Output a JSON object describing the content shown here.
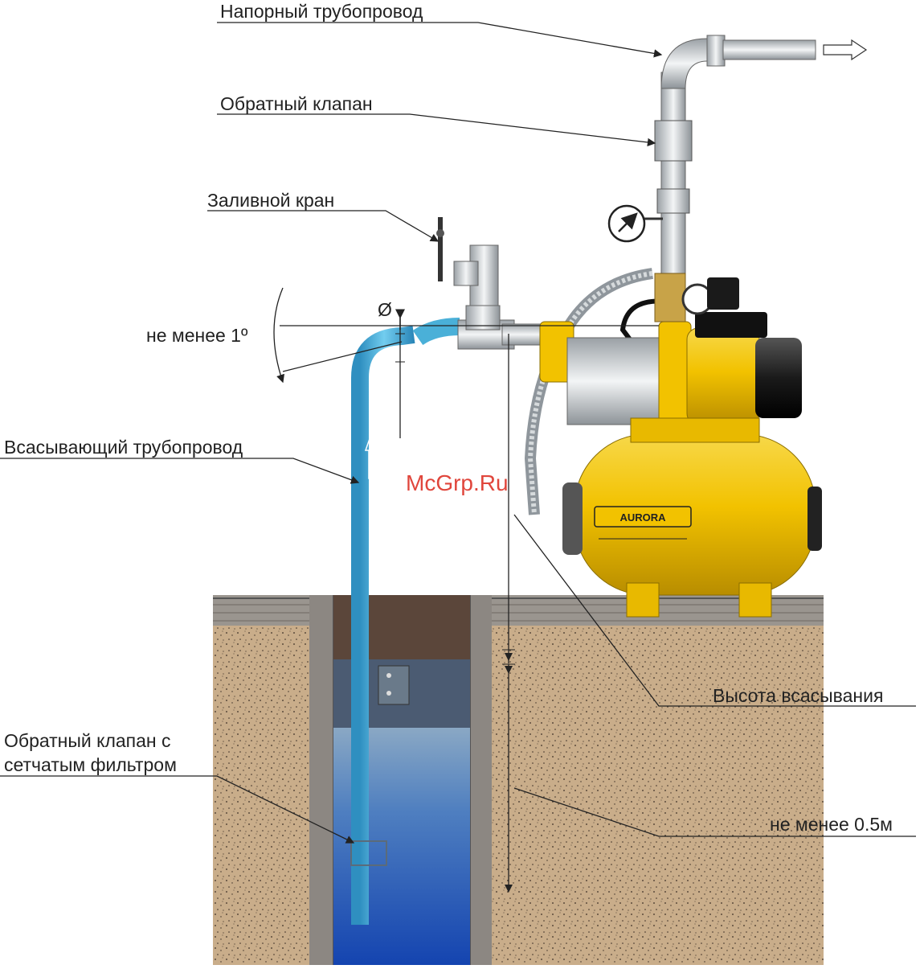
{
  "labels": {
    "pressure_pipe": "Напорный трубопровод",
    "check_valve": "Обратный клапан",
    "fill_tap": "Заливной кран",
    "diameter": "Ø",
    "slope": "не менее 1º",
    "suction_pipe": "Всасывающий трубопровод",
    "foot_valve_line1": "Обратный клапан с",
    "foot_valve_line2": "сетчатым фильтром",
    "suction_height": "Высота всасывания",
    "min_depth": "не менее 0.5м"
  },
  "watermark": "McGrp.Ru",
  "brand": "AURORA",
  "colors": {
    "soil": "#c9ad8a",
    "soil_dark": "#5b463a",
    "water_top": "#7ea4c4",
    "water_bottom": "#1c4fb3",
    "pipe_blue": "#4ab0d8",
    "pump_yellow": "#f2c200",
    "steel": "#c8cdd1",
    "watermark": "#e0463c"
  }
}
